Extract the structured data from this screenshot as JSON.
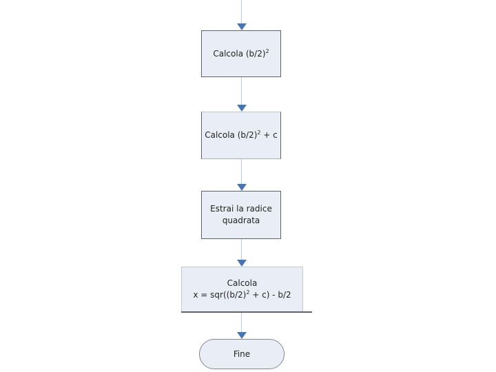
{
  "palette": {
    "background": "#ffffff",
    "node_fill": "#e8edf6",
    "node_border_dark": "#5e6268",
    "node_border_light": "#c3c9d3",
    "terminator_border": "#85898f",
    "connector_line": "#bcc6da",
    "arrowhead": "#4575b4",
    "text": "#1f1f1f"
  },
  "flowchart": {
    "nodes": [
      {
        "id": "calc-half-b-squared",
        "shape": "process",
        "text_pre": "Calcola (b/2)",
        "sup": "2",
        "text_post": ""
      },
      {
        "id": "calc-add-c",
        "shape": "process",
        "text_pre": "Calcola (b/2)",
        "sup": "2",
        "text_post": " + c"
      },
      {
        "id": "extract-square-root",
        "shape": "process",
        "line1": "Estrai la radice",
        "line2": "quadrata"
      },
      {
        "id": "calc-x",
        "shape": "process",
        "line1": "Calcola",
        "formula_pre": "x = sqr((b/2)",
        "formula_sup": "2",
        "formula_post": " + c) - b/2"
      },
      {
        "id": "end-terminator",
        "shape": "terminator",
        "label": "Fine"
      }
    ]
  }
}
